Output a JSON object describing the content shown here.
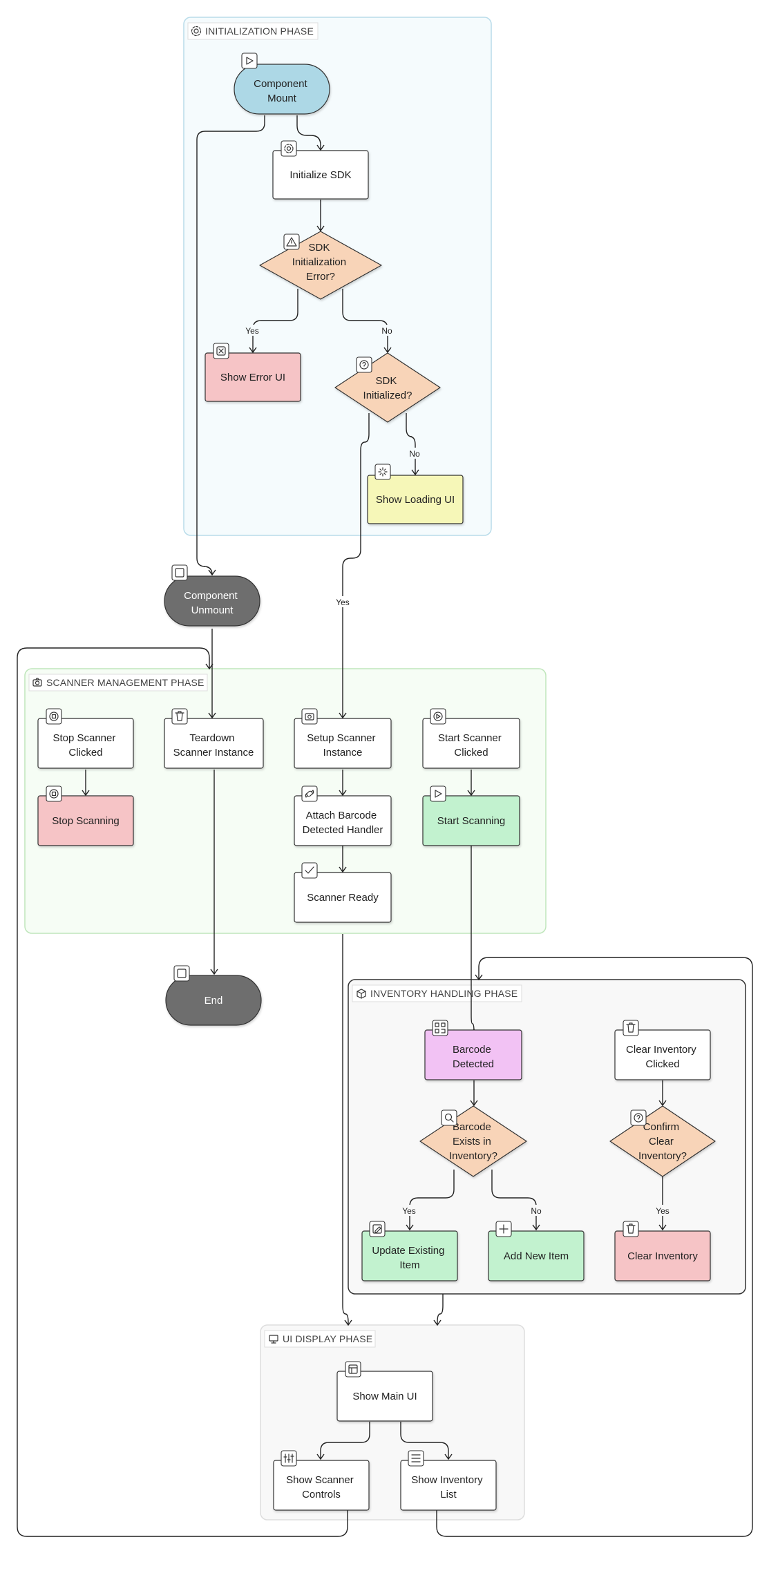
{
  "phases": {
    "init": "INITIALIZATION PHASE",
    "scanner": "SCANNER MANAGEMENT PHASE",
    "inventory": "INVENTORY HANDLING PHASE",
    "ui": "UI DISPLAY PHASE"
  },
  "nodes": {
    "mount": [
      "Component",
      "Mount"
    ],
    "init_sdk": [
      "Initialize SDK"
    ],
    "sdk_error": [
      "SDK",
      "Initialization",
      "Error?"
    ],
    "show_error": [
      "Show Error UI"
    ],
    "sdk_initialized": [
      "SDK",
      "Initialized?"
    ],
    "show_loading": [
      "Show Loading UI"
    ],
    "unmount": [
      "Component",
      "Unmount"
    ],
    "stop_clicked": [
      "Stop Scanner",
      "Clicked"
    ],
    "stop_scanning": [
      "Stop Scanning"
    ],
    "teardown": [
      "Teardown",
      "Scanner Instance"
    ],
    "setup": [
      "Setup Scanner",
      "Instance"
    ],
    "attach": [
      "Attach Barcode",
      "Detected Handler"
    ],
    "ready": [
      "Scanner Ready"
    ],
    "start_clicked": [
      "Start Scanner",
      "Clicked"
    ],
    "start_scanning": [
      "Start Scanning"
    ],
    "end": [
      "End"
    ],
    "barcode_detected": [
      "Barcode",
      "Detected"
    ],
    "barcode_exists": [
      "Barcode",
      "Exists in",
      "Inventory?"
    ],
    "update_item": [
      "Update Existing",
      "Item"
    ],
    "add_item": [
      "Add New Item"
    ],
    "clear_clicked": [
      "Clear Inventory",
      "Clicked"
    ],
    "confirm_clear": [
      "Confirm",
      "Clear",
      "Inventory?"
    ],
    "clear_inventory": [
      "Clear Inventory"
    ],
    "show_main": [
      "Show Main UI"
    ],
    "show_controls": [
      "Show Scanner",
      "Controls"
    ],
    "show_list": [
      "Show Inventory",
      "List"
    ]
  },
  "edge_labels": {
    "error_yes": "Yes",
    "error_no": "No",
    "initialized_no": "No",
    "initialized_yes": "Yes",
    "exists_yes": "Yes",
    "exists_no": "No",
    "confirm_yes": "Yes"
  },
  "icons": {
    "mount": "play-icon",
    "init_sdk": "gear-icon",
    "sdk_error": "warning-icon",
    "show_error": "close-icon",
    "sdk_initialized": "question-icon",
    "show_loading": "loader-icon",
    "unmount": "square-icon",
    "stop_clicked": "stop-circle-icon",
    "stop_scanning": "stop-circle-icon",
    "teardown": "trash-icon",
    "setup": "camera-icon",
    "attach": "link-icon",
    "ready": "check-icon",
    "start_clicked": "play-circle-icon",
    "start_scanning": "play-icon",
    "end": "square-icon",
    "barcode_detected": "qr-code-icon",
    "barcode_exists": "search-icon",
    "update_item": "edit-icon",
    "add_item": "plus-icon",
    "clear_clicked": "trash-icon",
    "confirm_clear": "question-icon",
    "clear_inventory": "trash-icon",
    "show_main": "layout-icon",
    "show_controls": "sliders-icon",
    "show_list": "list-icon",
    "init_phase": "gear-icon",
    "scanner_phase": "camera-icon",
    "inventory_phase": "package-icon",
    "ui_phase": "monitor-icon"
  },
  "colors": {
    "terminal_start": "#add8e6",
    "terminal_dark": "#6e6e6e",
    "decision": "#f8d4b8",
    "error": "#f6c4c6",
    "loading": "#f6f7b8",
    "success": "#c2f2cf",
    "detected": "#f2c2f4",
    "process": "#ffffff",
    "init_phase_bg": "#f5fbfd",
    "init_phase_border": "#b9dcea",
    "scanner_phase_bg": "#f6fdf5",
    "scanner_phase_border": "#bfe6bb",
    "inventory_phase_bg": "#f8f8f8",
    "inventory_phase_border": "#333333",
    "ui_phase_bg": "#f8f8f8",
    "ui_phase_border": "#dddddd"
  }
}
